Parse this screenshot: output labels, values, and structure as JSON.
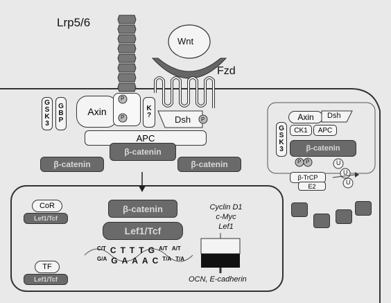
{
  "labels": {
    "lrp": "Lrp5/6",
    "wnt": "Wnt",
    "fzd": "Fzd",
    "axin": "Axin",
    "dsh": "Dsh",
    "apc": "APC",
    "p": "P",
    "u": "U",
    "gsk3": [
      "G",
      "S",
      "K",
      "3"
    ],
    "gbp": [
      "G",
      "B",
      "P"
    ],
    "ck": [
      "K",
      "?"
    ],
    "ck1": "CK1",
    "beta_catenin": "β-catenin",
    "btrcp": "β-TrCP",
    "e2": "E2",
    "cor": "CoR",
    "tf": "TF",
    "lef_tcf": "Lef1/Tcf",
    "lef_tcf_big": "Lef1/Tcf",
    "targets": [
      "Cyclin D1",
      "c-Myc",
      "Lef1"
    ],
    "bottom_genes": "OCN, E-cadherin",
    "dna_top": [
      "C/T",
      "C",
      "T",
      "T",
      "T",
      "G",
      "A/T",
      "A/T"
    ],
    "dna_bot": [
      "G/A",
      "G",
      "A",
      "A",
      "A",
      "C",
      "T/A",
      "T/A"
    ]
  }
}
